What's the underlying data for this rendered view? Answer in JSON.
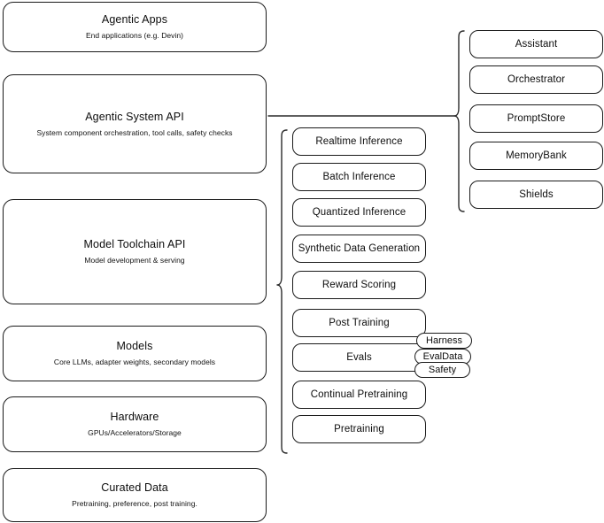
{
  "diagram": {
    "layers": [
      {
        "id": "agentic-apps",
        "title": "Agentic Apps",
        "subtitle": "End applications (e.g. Devin)"
      },
      {
        "id": "agentic-system-api",
        "title": "Agentic System API",
        "subtitle": "System component orchestration, tool calls, safety checks"
      },
      {
        "id": "model-toolchain-api",
        "title": "Model Toolchain API",
        "subtitle": "Model development & serving"
      },
      {
        "id": "models",
        "title": "Models",
        "subtitle": "Core LLMs, adapter weights, secondary models"
      },
      {
        "id": "hardware",
        "title": "Hardware",
        "subtitle": "GPUs/Accelerators/Storage"
      },
      {
        "id": "curated-data",
        "title": "Curated Data",
        "subtitle": "Pretraining, preference, post training."
      }
    ],
    "toolchain_items": [
      {
        "id": "realtime-inference",
        "label": "Realtime Inference"
      },
      {
        "id": "batch-inference",
        "label": "Batch Inference"
      },
      {
        "id": "quantized-inference",
        "label": "Quantized Inference"
      },
      {
        "id": "synthetic-data-generation",
        "label": "Synthetic Data Generation"
      },
      {
        "id": "reward-scoring",
        "label": "Reward Scoring"
      },
      {
        "id": "post-training",
        "label": "Post Training"
      },
      {
        "id": "evals",
        "label": "Evals"
      },
      {
        "id": "continual-pretraining",
        "label": "Continual Pretraining"
      },
      {
        "id": "pretraining",
        "label": "Pretraining"
      }
    ],
    "evals_pills": [
      {
        "id": "harness",
        "label": "Harness"
      },
      {
        "id": "evaldata",
        "label": "EvalData"
      },
      {
        "id": "safety",
        "label": "Safety"
      }
    ],
    "agentic_system_items": [
      {
        "id": "assistant",
        "label": "Assistant"
      },
      {
        "id": "orchestrator",
        "label": "Orchestrator"
      },
      {
        "id": "promptstore",
        "label": "PromptStore"
      },
      {
        "id": "memorybank",
        "label": "MemoryBank"
      },
      {
        "id": "shields",
        "label": "Shields"
      }
    ],
    "colors": {
      "stroke": "#1a1a1a",
      "connector": "#2b2b2b",
      "background": "#ffffff",
      "text": "#0d0d0d"
    }
  }
}
